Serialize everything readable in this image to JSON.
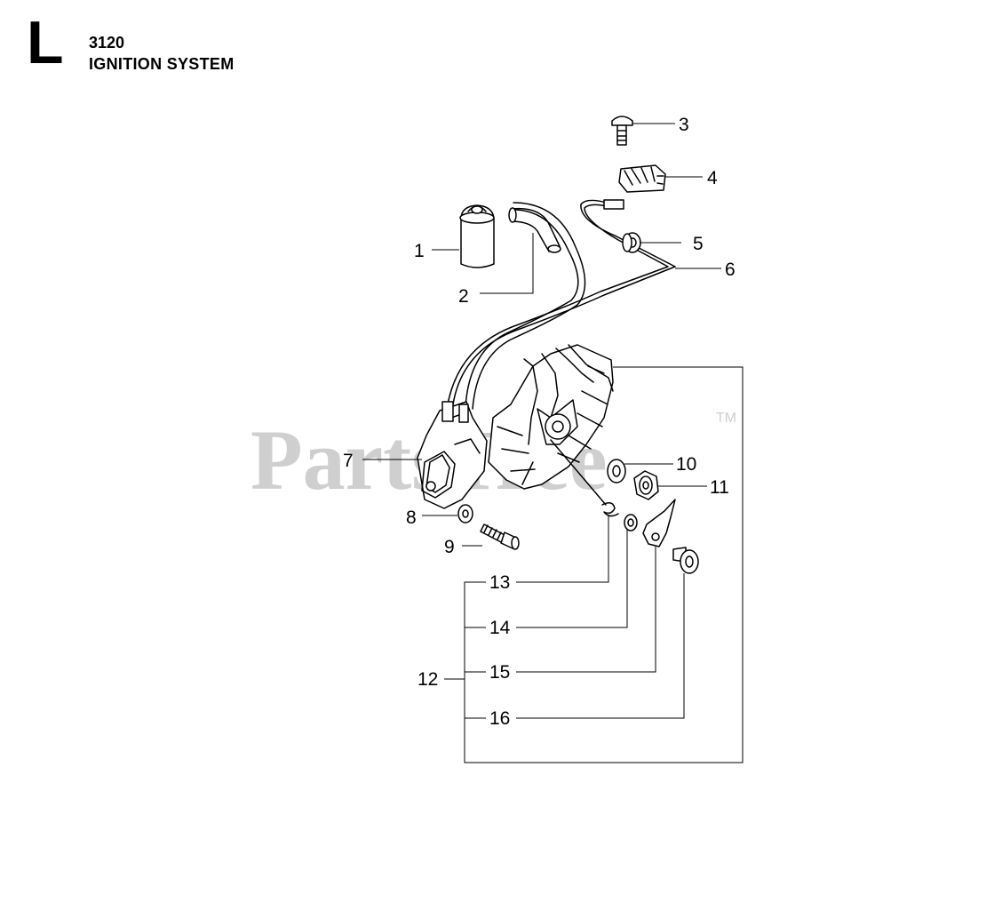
{
  "header": {
    "section_letter": "L",
    "model": "3120",
    "title": "IGNITION SYSTEM"
  },
  "watermark": {
    "text": "PartsTree",
    "trademark": "TM"
  },
  "callouts": [
    "1",
    "2",
    "3",
    "4",
    "5",
    "6",
    "7",
    "8",
    "9",
    "10",
    "11",
    "12",
    "13",
    "14",
    "15",
    "16"
  ],
  "colors": {
    "line": "#000000",
    "watermark": "#cfcfcf"
  }
}
